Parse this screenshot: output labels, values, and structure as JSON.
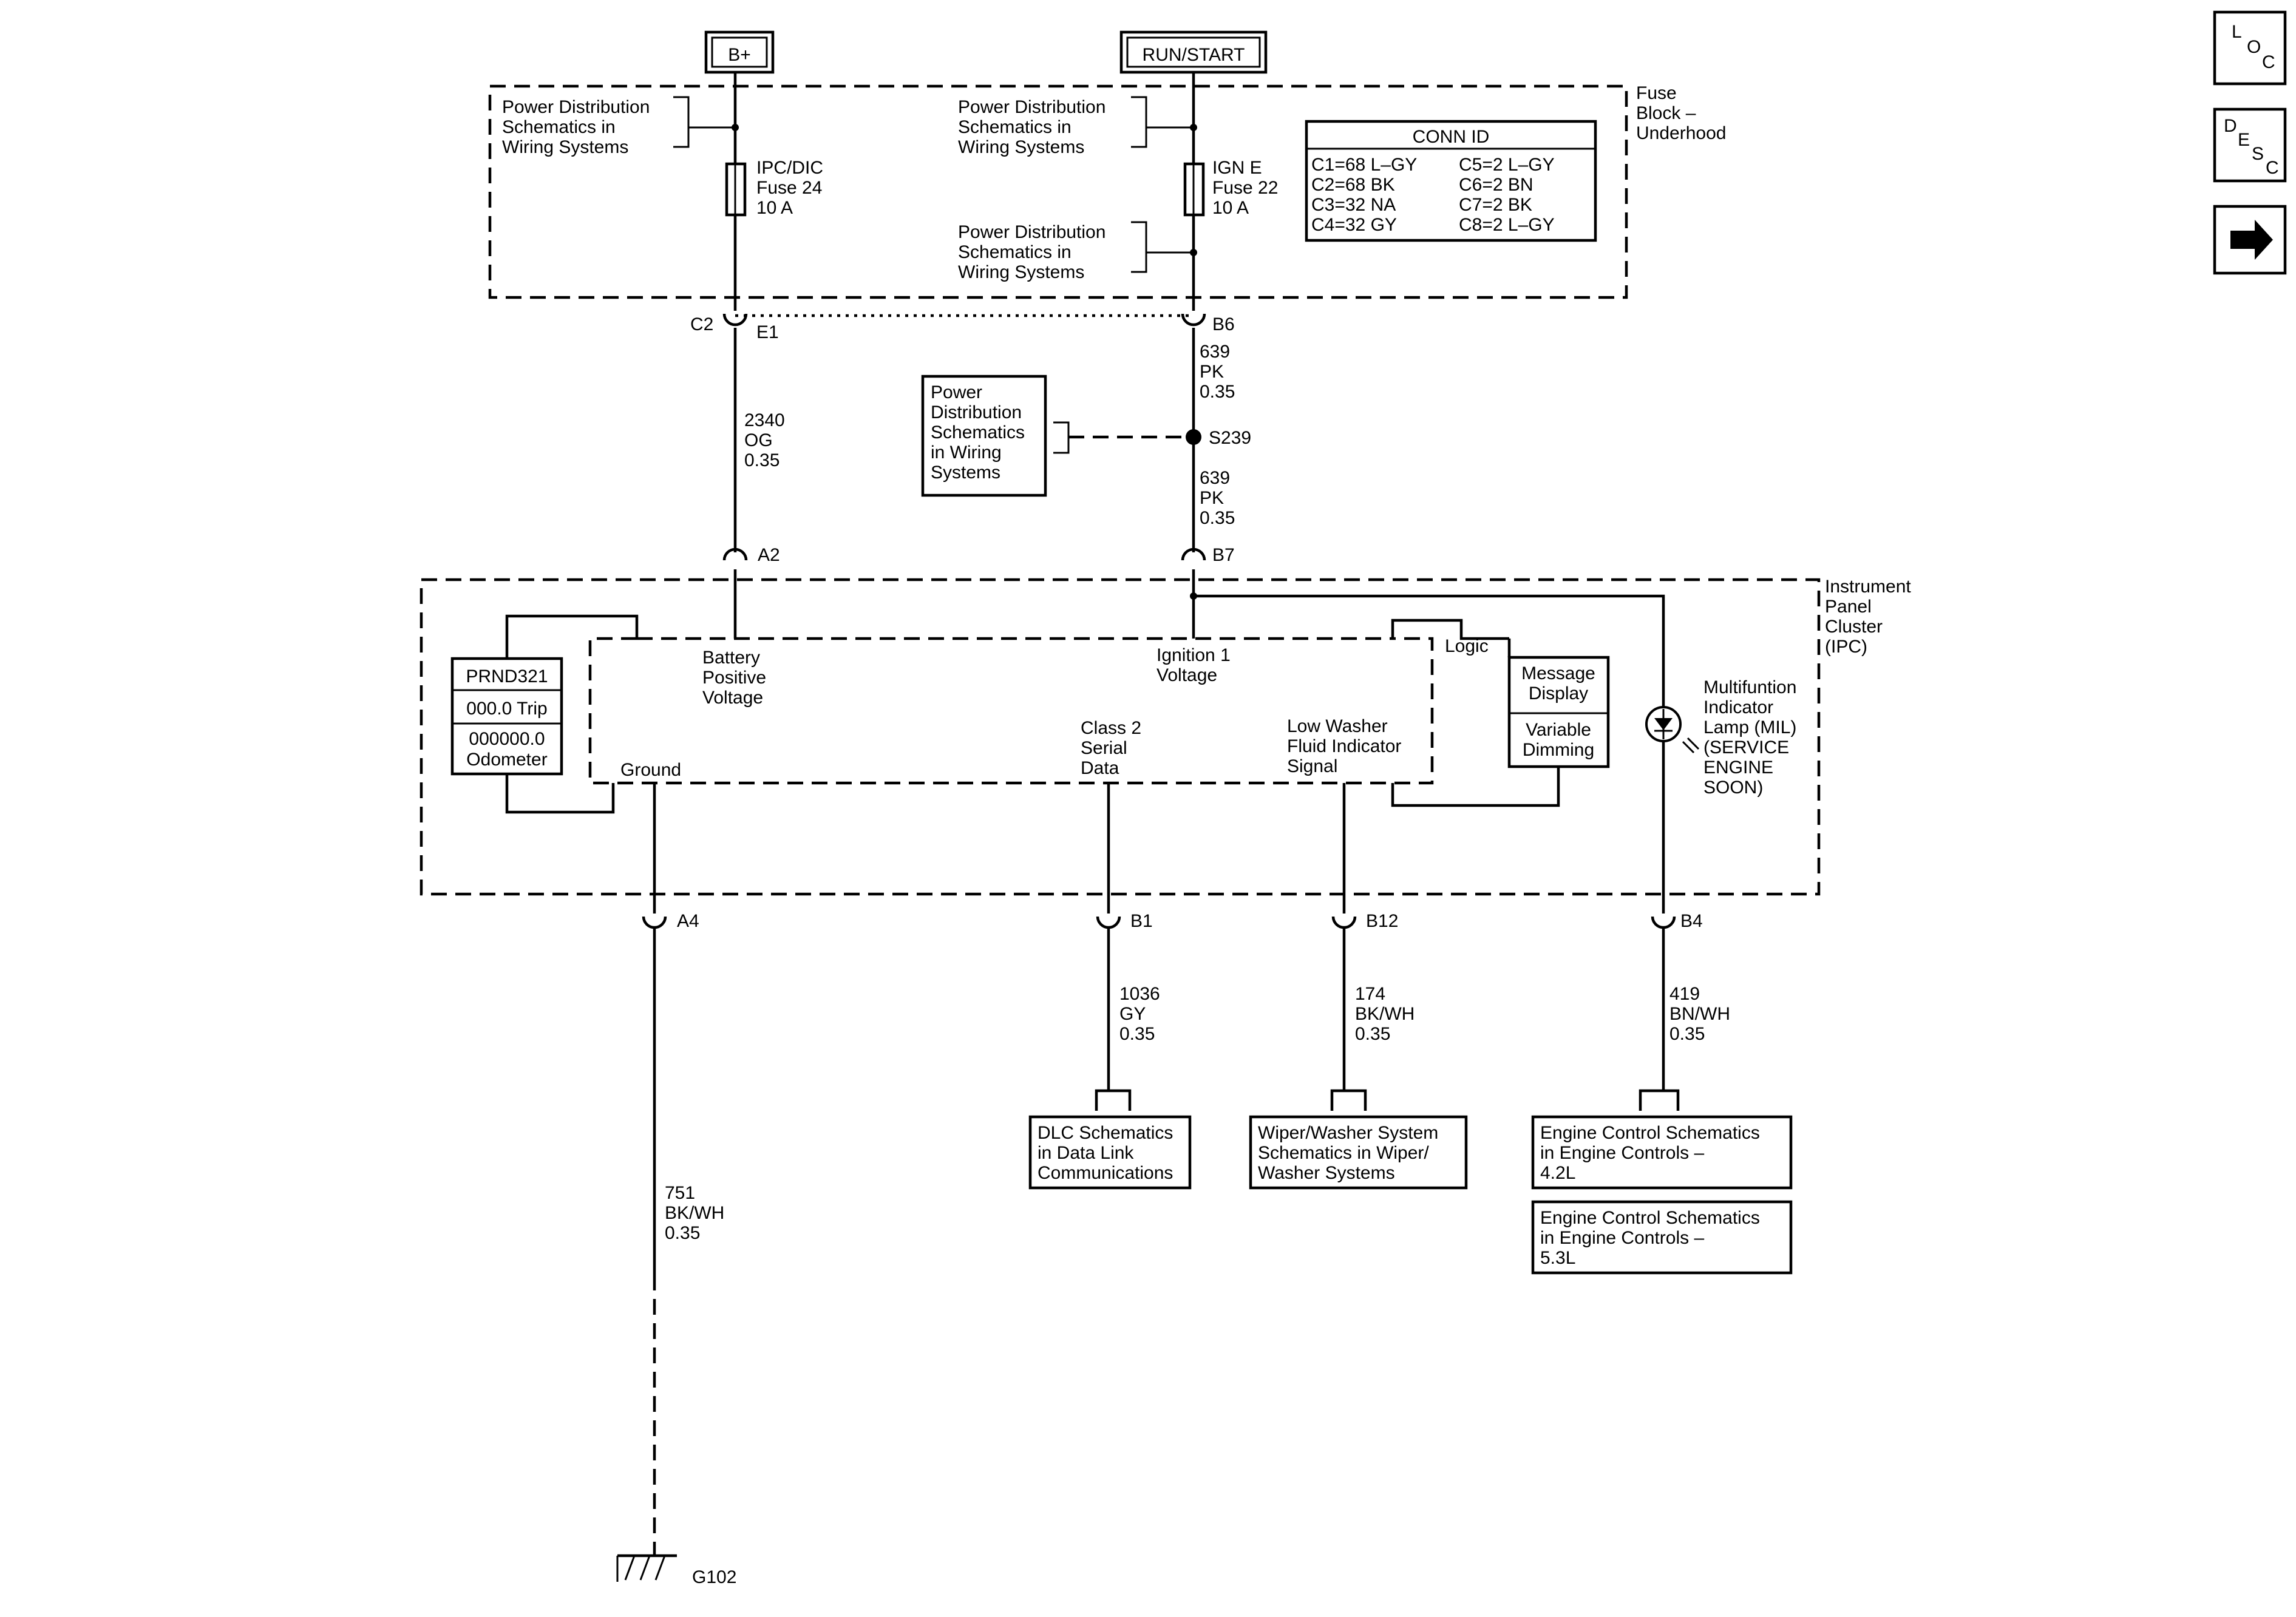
{
  "sources": {
    "bplus": "B+",
    "run_start": "RUN/START"
  },
  "fuse_block": {
    "label_lines": [
      "Fuse",
      "Block –",
      "Underhood"
    ],
    "pd_ref_lines": [
      "Power Distribution",
      "Schematics in",
      "Wiring Systems"
    ],
    "fuse_left_lines": [
      "IPC/DIC",
      "Fuse 24",
      "10 A"
    ],
    "fuse_right_lines": [
      "IGN E",
      "Fuse 22",
      "10 A"
    ],
    "conn_title": "CONN ID",
    "conn_rows": [
      [
        "C1=68 L–GY",
        "C5=2 L–GY"
      ],
      [
        "C2=68 BK",
        "C6=2 BN"
      ],
      [
        "C3=32 NA",
        "C7=2 BK"
      ],
      [
        "C4=32 GY",
        "C8=2 L–GY"
      ]
    ]
  },
  "connectors": {
    "c2": "C2",
    "e1": "E1",
    "b6": "B6",
    "a2": "A2",
    "b7": "B7",
    "a4": "A4",
    "b1": "B1",
    "b12": "B12",
    "b4": "B4",
    "splice": "S239",
    "ground": "G102"
  },
  "wires": {
    "w2340": [
      "2340",
      "OG",
      "0.35"
    ],
    "w639_upper": [
      "639",
      "PK",
      "0.35"
    ],
    "w639_lower": [
      "639",
      "PK",
      "0.35"
    ],
    "w1036": [
      "1036",
      "GY",
      "0.35"
    ],
    "w174": [
      "174",
      "BK/WH",
      "0.35"
    ],
    "w419": [
      "419",
      "BN/WH",
      "0.35"
    ],
    "w751": [
      "751",
      "BK/WH",
      "0.35"
    ]
  },
  "pd_box_lines": [
    "Power",
    "Distribution",
    "Schematics",
    "in Wiring",
    "Systems"
  ],
  "ipc": {
    "label_lines": [
      "Instrument",
      "Panel",
      "Cluster",
      "(IPC)"
    ],
    "battery_lines": [
      "Battery",
      "Positive",
      "Voltage"
    ],
    "ignition_lines": [
      "Ignition 1",
      "Voltage"
    ],
    "logic": "Logic",
    "ground": "Ground",
    "class2_lines": [
      "Class 2",
      "Serial",
      "Data"
    ],
    "washer_lines": [
      "Low Washer",
      "Fluid Indicator",
      "Signal"
    ],
    "display_lines": [
      "PRND321",
      "000.0 Trip",
      "000000.0",
      "Odometer"
    ],
    "message_lines": [
      "Message",
      "Display"
    ],
    "dimming_lines": [
      "Variable",
      "Dimming"
    ],
    "mil_lines": [
      "Multifuntion",
      "Indicator",
      "Lamp (MIL)",
      "(SERVICE",
      "ENGINE",
      "SOON)"
    ]
  },
  "destinations": {
    "dlc": [
      "DLC Schematics",
      "in Data Link",
      "Communications"
    ],
    "wiper": [
      "Wiper/Washer System",
      "Schematics in Wiper/",
      "Washer Systems"
    ],
    "engine_42": [
      "Engine Control Schematics",
      "in Engine Controls –",
      "4.2L"
    ],
    "engine_53": [
      "Engine Control Schematics",
      "in Engine Controls –",
      "5.3L"
    ]
  },
  "nav": {
    "loc": [
      "L",
      "O",
      "C"
    ],
    "desc": [
      "D",
      "E",
      "S",
      "C"
    ],
    "next_icon": "arrow-right-icon"
  }
}
